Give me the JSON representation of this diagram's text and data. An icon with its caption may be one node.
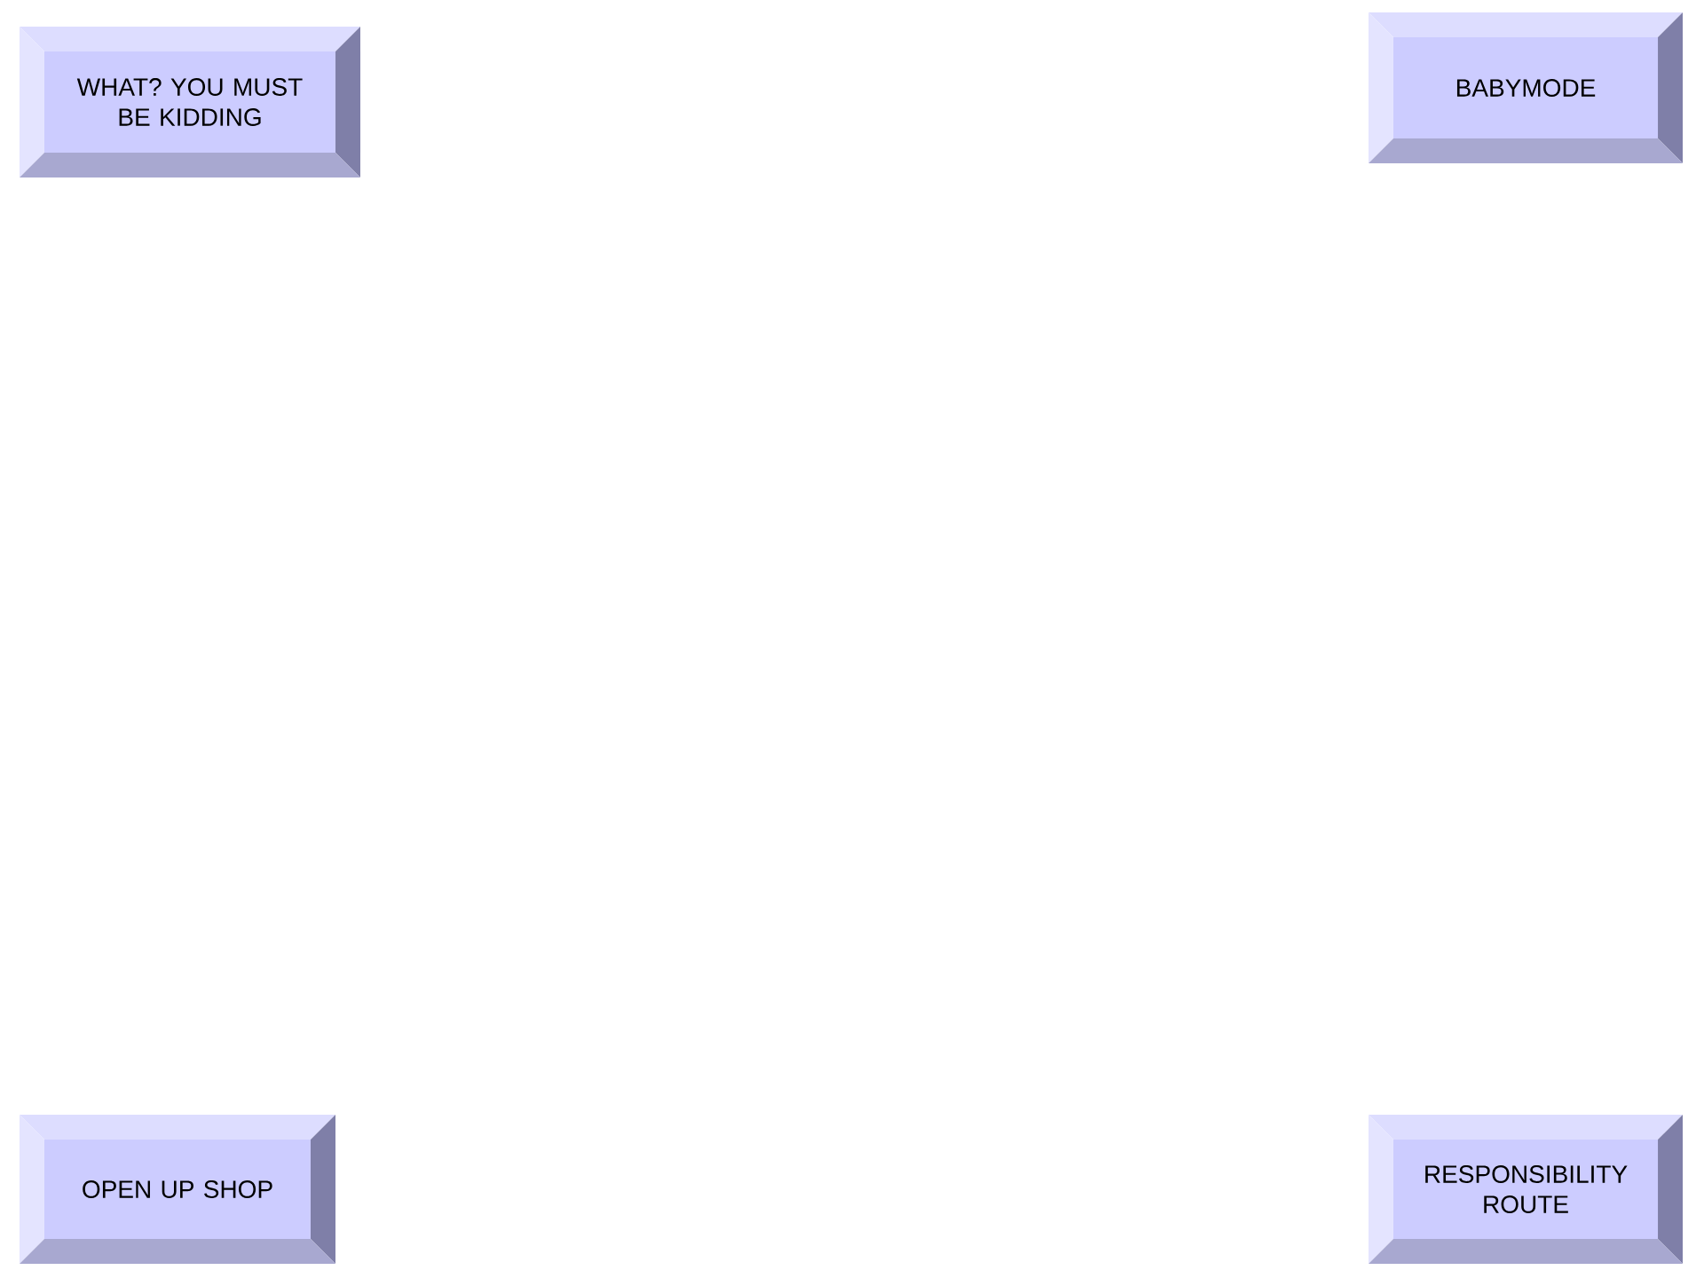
{
  "diagram": {
    "nodes": [
      {
        "text": [
          "WHAT? YOU MUST BE KIDDING"
        ]
      },
      {
        "text": [
          "BABYMODE"
        ]
      },
      {
        "text": [
          "OPEN UP SHOP"
        ]
      },
      {
        "text": [
          "RESPONSIBILITY ROUTE"
        ]
      }
    ]
  }
}
